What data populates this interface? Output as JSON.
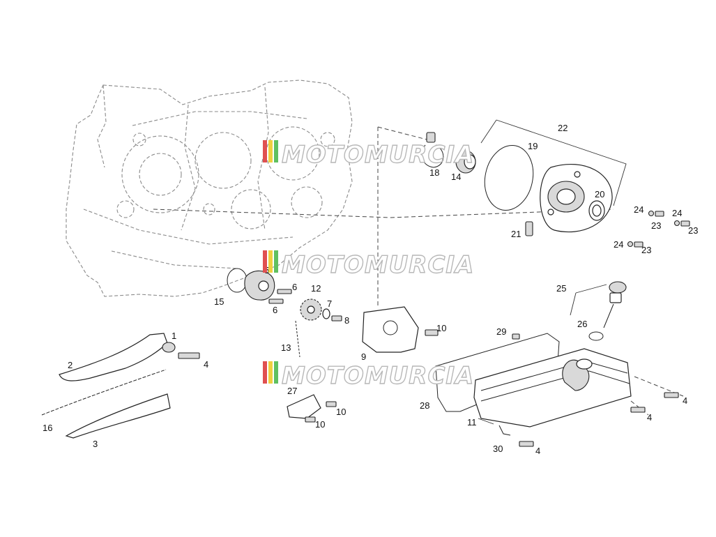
{
  "diagram": {
    "watermark": "MOTOMURCIA",
    "part_numbers": [
      "1",
      "2",
      "3",
      "4",
      "4",
      "4",
      "4",
      "5",
      "6",
      "6",
      "7",
      "8",
      "9",
      "10",
      "10",
      "10",
      "11",
      "12",
      "13",
      "14",
      "15",
      "16",
      "18",
      "19",
      "20",
      "21",
      "22",
      "23",
      "23",
      "23",
      "24",
      "24",
      "24",
      "25",
      "26",
      "27",
      "28",
      "29",
      "30"
    ]
  }
}
